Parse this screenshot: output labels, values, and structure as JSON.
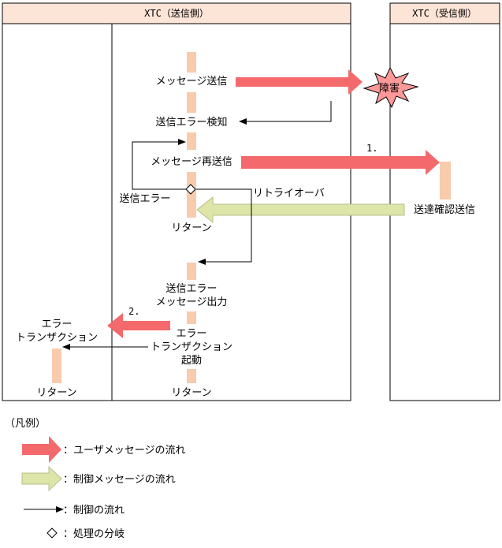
{
  "header": {
    "sender": "XTC（送信側）",
    "receiver": "XTC（受信側）"
  },
  "labels": {
    "msg_send": "メッセージ送信",
    "error_detect": "送信エラー検知",
    "msg_resend": "メッセージ再送信",
    "send_error": "送信エラー",
    "retry_over": "リトライオーバ",
    "return_1": "リターン",
    "error_msg_out_1": "送信エラー",
    "error_msg_out_2": "メッセージ出力",
    "error_tx_start_1": "エラー",
    "error_tx_start_2": "トランザクション",
    "error_tx_start_3": "起動",
    "return_2": "リターン",
    "error_tx_1": "エラー",
    "error_tx_2": "トランザクション",
    "return_3": "リターン",
    "fault": "障害",
    "ack_send": "送達確認送信",
    "num_1": "1.",
    "num_2": "2."
  },
  "legend": {
    "title": "（凡例）",
    "user_msg": "：ユーザメッセージの流れ",
    "ctrl_msg": "：制御メッセージの流れ",
    "ctrl_flow": "：制御の流れ",
    "branch": "：処理の分岐"
  },
  "colors": {
    "header_bg": "#fce4d6",
    "activation": "#f8cbad",
    "user_arrow": "#f4696b",
    "ctrl_arrow": "#dde5a8",
    "burst": "#ff9999"
  }
}
